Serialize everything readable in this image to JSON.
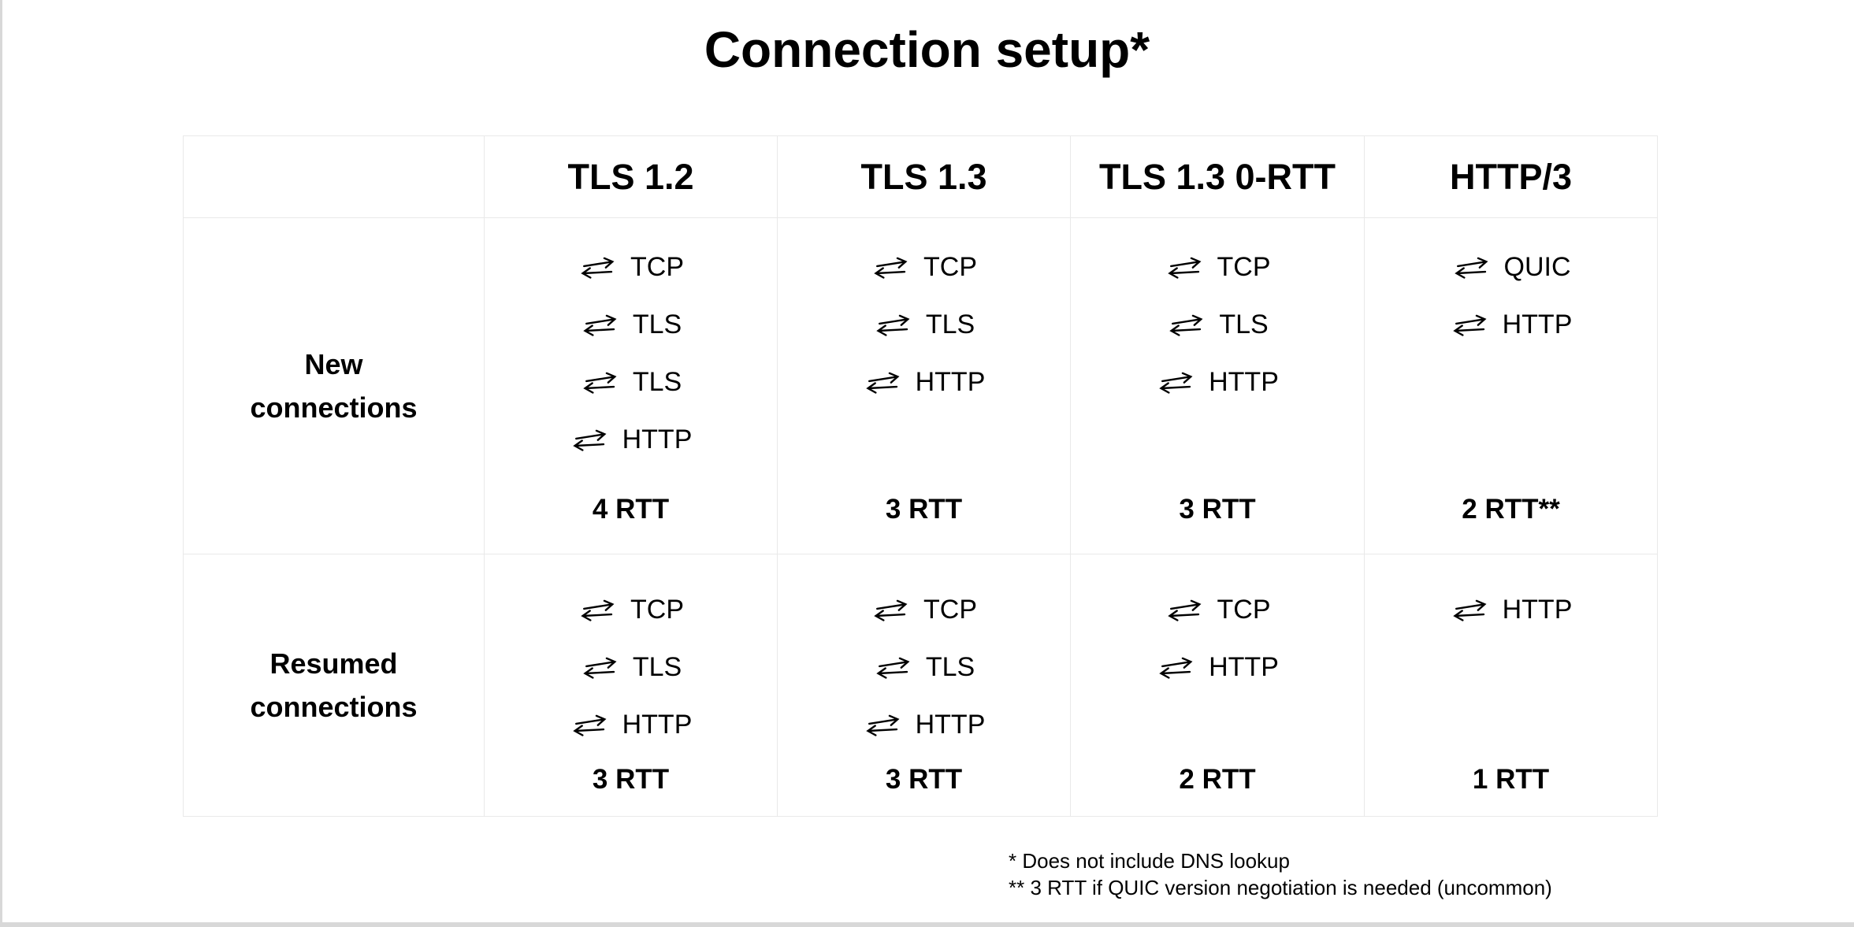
{
  "title": "Connection setup*",
  "table": {
    "columns": [
      "",
      "TLS 1.2",
      "TLS 1.3",
      "TLS 1.3 0-RTT",
      "HTTP/3"
    ],
    "rows": [
      {
        "label": "New connections",
        "cells": [
          {
            "steps": [
              "TCP",
              "TLS",
              "TLS",
              "HTTP"
            ],
            "rtt": "4 RTT"
          },
          {
            "steps": [
              "TCP",
              "TLS",
              "HTTP"
            ],
            "rtt": "3 RTT"
          },
          {
            "steps": [
              "TCP",
              "TLS",
              "HTTP"
            ],
            "rtt": "3 RTT"
          },
          {
            "steps": [
              "QUIC",
              "HTTP"
            ],
            "rtt": "2 RTT**"
          }
        ]
      },
      {
        "label": "Resumed connections",
        "cells": [
          {
            "steps": [
              "TCP",
              "TLS",
              "HTTP"
            ],
            "rtt": "3 RTT"
          },
          {
            "steps": [
              "TCP",
              "TLS",
              "HTTP"
            ],
            "rtt": "3 RTT"
          },
          {
            "steps": [
              "TCP",
              "HTTP"
            ],
            "rtt": "2 RTT"
          },
          {
            "steps": [
              "HTTP"
            ],
            "rtt": "1 RTT"
          }
        ]
      }
    ]
  },
  "footnotes": [
    "* Does not include DNS lookup",
    "** 3 RTT if QUIC version negotiation is needed (uncommon)"
  ],
  "icons": {
    "step_icon": "round-trip-arrows-icon"
  },
  "colors": {
    "background": "#ffffff",
    "text": "#000000",
    "table_border": "#e9e9e9",
    "page_edge": "#d8d8d8"
  }
}
